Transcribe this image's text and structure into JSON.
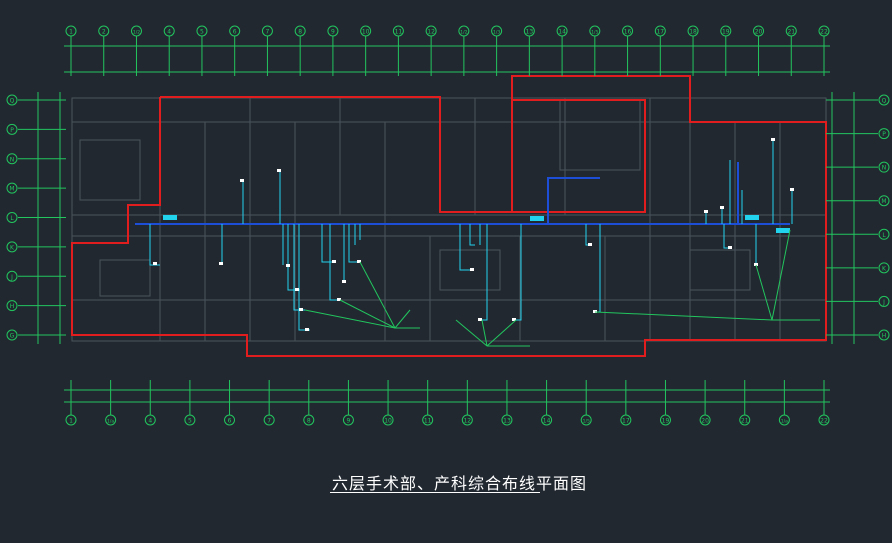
{
  "drawing": {
    "title": "六层手术部、产科综合布线平面图",
    "colors": {
      "background": "#212830",
      "axis": "#22c55e",
      "boundary": "#e11d1d",
      "trunk": "#1d4ed8",
      "branch": "#22d3ee",
      "leader": "#22c55e",
      "walls": "#4b535c"
    }
  },
  "grid_axes": {
    "top": [
      "1",
      "2",
      "1/2",
      "4",
      "5",
      "6",
      "7",
      "8",
      "9",
      "10",
      "11",
      "12",
      "1/2",
      "1/3",
      "13",
      "14",
      "1/5",
      "16",
      "17",
      "18",
      "19",
      "20",
      "21",
      "22"
    ],
    "bottom": [
      "1",
      "1/a",
      "4",
      "5",
      "6",
      "7",
      "8",
      "9",
      "10",
      "11",
      "12",
      "13",
      "14",
      "1/5",
      "17",
      "19",
      "20",
      "21",
      "1/a",
      "22"
    ],
    "left": [
      "Q",
      "P",
      "N",
      "M",
      "L",
      "K",
      "J",
      "H",
      "G"
    ],
    "right": [
      "Q",
      "P",
      "N",
      "M",
      "L",
      "K",
      "J",
      "H"
    ]
  }
}
